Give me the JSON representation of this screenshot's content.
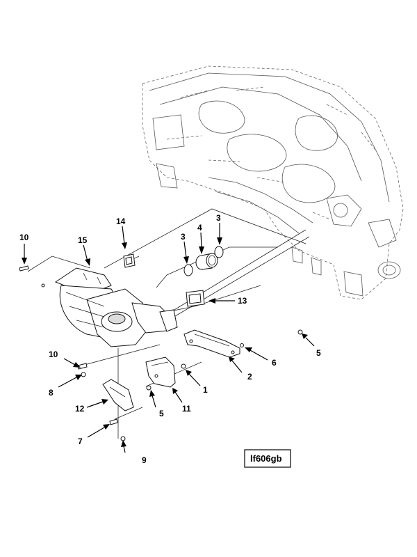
{
  "figure_id": "lf606gb",
  "callouts": [
    {
      "label": "10"
    },
    {
      "label": "15"
    },
    {
      "label": "14"
    },
    {
      "label": "3"
    },
    {
      "label": "4"
    },
    {
      "label": "3"
    },
    {
      "label": "13"
    },
    {
      "label": "5"
    },
    {
      "label": "6"
    },
    {
      "label": "2"
    },
    {
      "label": "1"
    },
    {
      "label": "10"
    },
    {
      "label": "8"
    },
    {
      "label": "12"
    },
    {
      "label": "5"
    },
    {
      "label": "11"
    },
    {
      "label": "7"
    },
    {
      "label": "9"
    }
  ]
}
